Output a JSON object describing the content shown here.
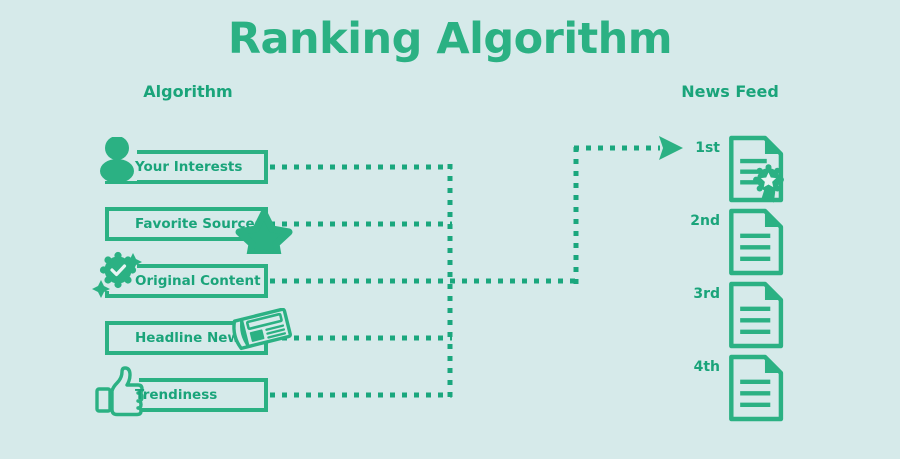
{
  "page": {
    "title": "Ranking Algorithm",
    "background_color": "#d6eaea",
    "accent_color": "#2bb183",
    "text_color": "#1aa47a"
  },
  "columns": {
    "left_heading": "Algorithm",
    "right_heading": "News Feed"
  },
  "algorithm_factors": [
    {
      "label": "Your Interests",
      "icon": "person-icon"
    },
    {
      "label": "Favorite Sources",
      "icon": "star-icon"
    },
    {
      "label": "Original Content",
      "icon": "verified-badge-icon"
    },
    {
      "label": "Headline News",
      "icon": "newspaper-icon"
    },
    {
      "label": "Trendiness",
      "icon": "thumbs-up-icon"
    }
  ],
  "news_feed": [
    {
      "rank": "1st",
      "icon": "document-award-icon"
    },
    {
      "rank": "2nd",
      "icon": "document-icon"
    },
    {
      "rank": "3rd",
      "icon": "document-icon"
    },
    {
      "rank": "4th",
      "icon": "document-icon"
    }
  ],
  "connector": {
    "style": "dotted",
    "arrow": "arrow-right-icon"
  }
}
